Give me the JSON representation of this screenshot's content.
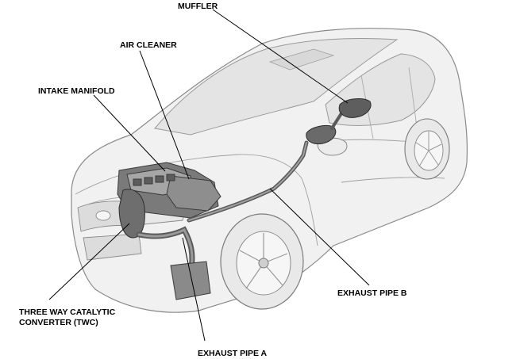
{
  "labels": {
    "muffler": "MUFFLER",
    "air_cleaner": "AIR CLEANER",
    "intake_manifold": "INTAKE MANIFOLD",
    "twc_line1": "THREE WAY CATALYTIC",
    "twc_line2": "CONVERTER (TWC)",
    "exhaust_pipe_b": "EXHAUST PIPE B",
    "exhaust_pipe_a": "EXHAUST PIPE A"
  },
  "colors": {
    "body_fill": "#f1f1f1",
    "body_stroke": "#8a8a8a",
    "glass": "#e4e4e4",
    "parts_dark": "#5a5a5a",
    "parts_mid": "#8c8c8c",
    "leader": "#000000"
  }
}
